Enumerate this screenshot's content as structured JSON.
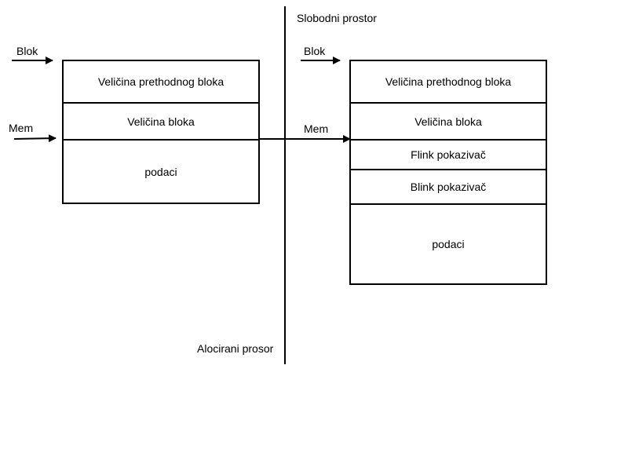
{
  "labels": {
    "free_space": "Slobodni prostor",
    "allocated_space": "Alocirani prosor"
  },
  "allocated_block": {
    "block_pointer": "Blok",
    "mem_pointer": "Mem",
    "fields": {
      "prev_size": "Veličina prethodnog bloka",
      "size": "Veličina bloka",
      "data": "podaci"
    }
  },
  "free_block": {
    "block_pointer": "Blok",
    "mem_pointer": "Mem",
    "fields": {
      "prev_size": "Veličina prethodnog bloka",
      "size": "Veličina bloka",
      "flink": "Flink pokazivač",
      "blink": "Blink pokazivač",
      "data": "podaci"
    }
  },
  "colors": {
    "stroke": "#000000",
    "background": "#ffffff"
  }
}
